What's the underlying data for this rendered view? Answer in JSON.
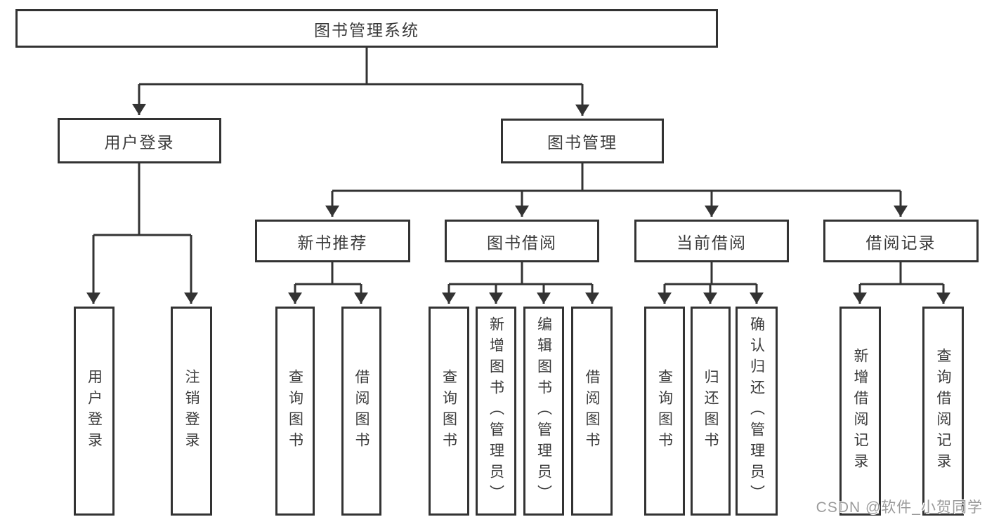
{
  "diagram": {
    "title_node_color": "#333333",
    "text_color": "#3a3a3a",
    "line_color": "#333333",
    "background_color": "#ffffff",
    "root": {
      "label": "图书管理系统"
    },
    "branches": [
      {
        "label": "用户登录",
        "children": [
          {
            "label": "用户登录"
          },
          {
            "label": "注销登录"
          }
        ]
      },
      {
        "label": "图书管理",
        "children": [
          {
            "label": "新书推荐",
            "children": [
              {
                "label": "查询图书"
              },
              {
                "label": "借阅图书"
              }
            ]
          },
          {
            "label": "图书借阅",
            "children": [
              {
                "label": "查询图书"
              },
              {
                "label": "新增图书（管理员）"
              },
              {
                "label": "编辑图书（管理员）"
              },
              {
                "label": "借阅图书"
              }
            ]
          },
          {
            "label": "当前借阅",
            "children": [
              {
                "label": "查询图书"
              },
              {
                "label": "归还图书"
              },
              {
                "label": "确认归还（管理员）"
              }
            ]
          },
          {
            "label": "借阅记录",
            "children": [
              {
                "label": "新增借阅记录"
              },
              {
                "label": "查询借阅记录"
              }
            ]
          }
        ]
      }
    ]
  },
  "watermark": {
    "text": "CSDN @软件_小贺同学",
    "color": "#9b9b9b"
  }
}
